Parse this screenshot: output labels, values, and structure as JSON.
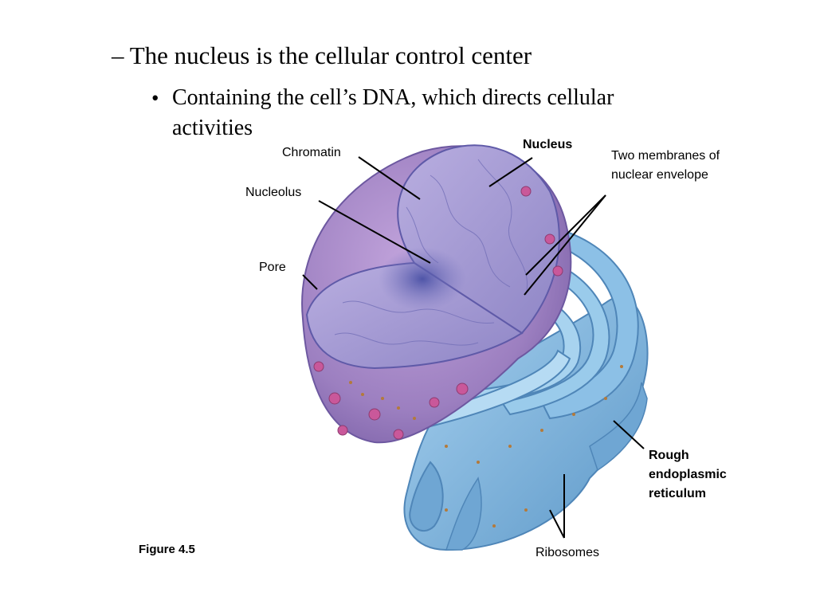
{
  "slide": {
    "bullet_1_marker": "–",
    "bullet_1": "The nucleus is the cellular control center",
    "bullet_2_marker": "•",
    "bullet_2": "Containing the cell’s DNA, which directs cellular activities"
  },
  "diagram": {
    "labels": {
      "chromatin": "Chromatin",
      "nucleus": "Nucleus",
      "two_membranes": "Two membranes of nuclear envelope",
      "nucleolus": "Nucleolus",
      "pore": "Pore",
      "rough_er": "Rough endoplasmic reticulum",
      "ribosomes": "Ribosomes"
    },
    "figure": "Figure 4.5",
    "colors": {
      "nucleus_fill": "#9c7fc0",
      "nucleus_interior": "#a79ad0",
      "er_fill": "#7fb3dc",
      "pore_color": "#c9589a",
      "ribosome_color": "#b47a3a"
    }
  }
}
